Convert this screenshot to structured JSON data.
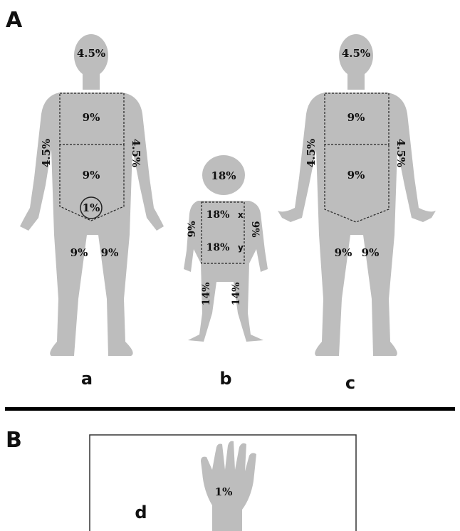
{
  "panel_a": {
    "label": "A"
  },
  "panel_b": {
    "label": "B"
  },
  "figures": {
    "a": {
      "caption": "a",
      "head": "4.5%",
      "chest": "9%",
      "abdomen": "9%",
      "perineum": "1%",
      "left_arm": "4.5%",
      "right_arm": "4.5%",
      "left_leg": "9%",
      "right_leg": "9%"
    },
    "b": {
      "caption": "b",
      "head": "18%",
      "upper_trunk": "18%",
      "upper_trunk_marker": "x",
      "lower_trunk": "18%",
      "lower_trunk_marker": "y",
      "left_arm": "9%",
      "right_arm": "9%",
      "left_leg": "14%",
      "right_leg": "14%"
    },
    "c": {
      "caption": "c",
      "head": "4.5%",
      "chest": "9%",
      "abdomen": "9%",
      "left_arm": "4.5%",
      "right_arm": "4.5%",
      "left_leg": "9%",
      "right_leg": "9%"
    },
    "d": {
      "caption": "d",
      "palm": "1%"
    }
  },
  "colors": {
    "body": "#bdbdbd",
    "divider": "#000000"
  }
}
